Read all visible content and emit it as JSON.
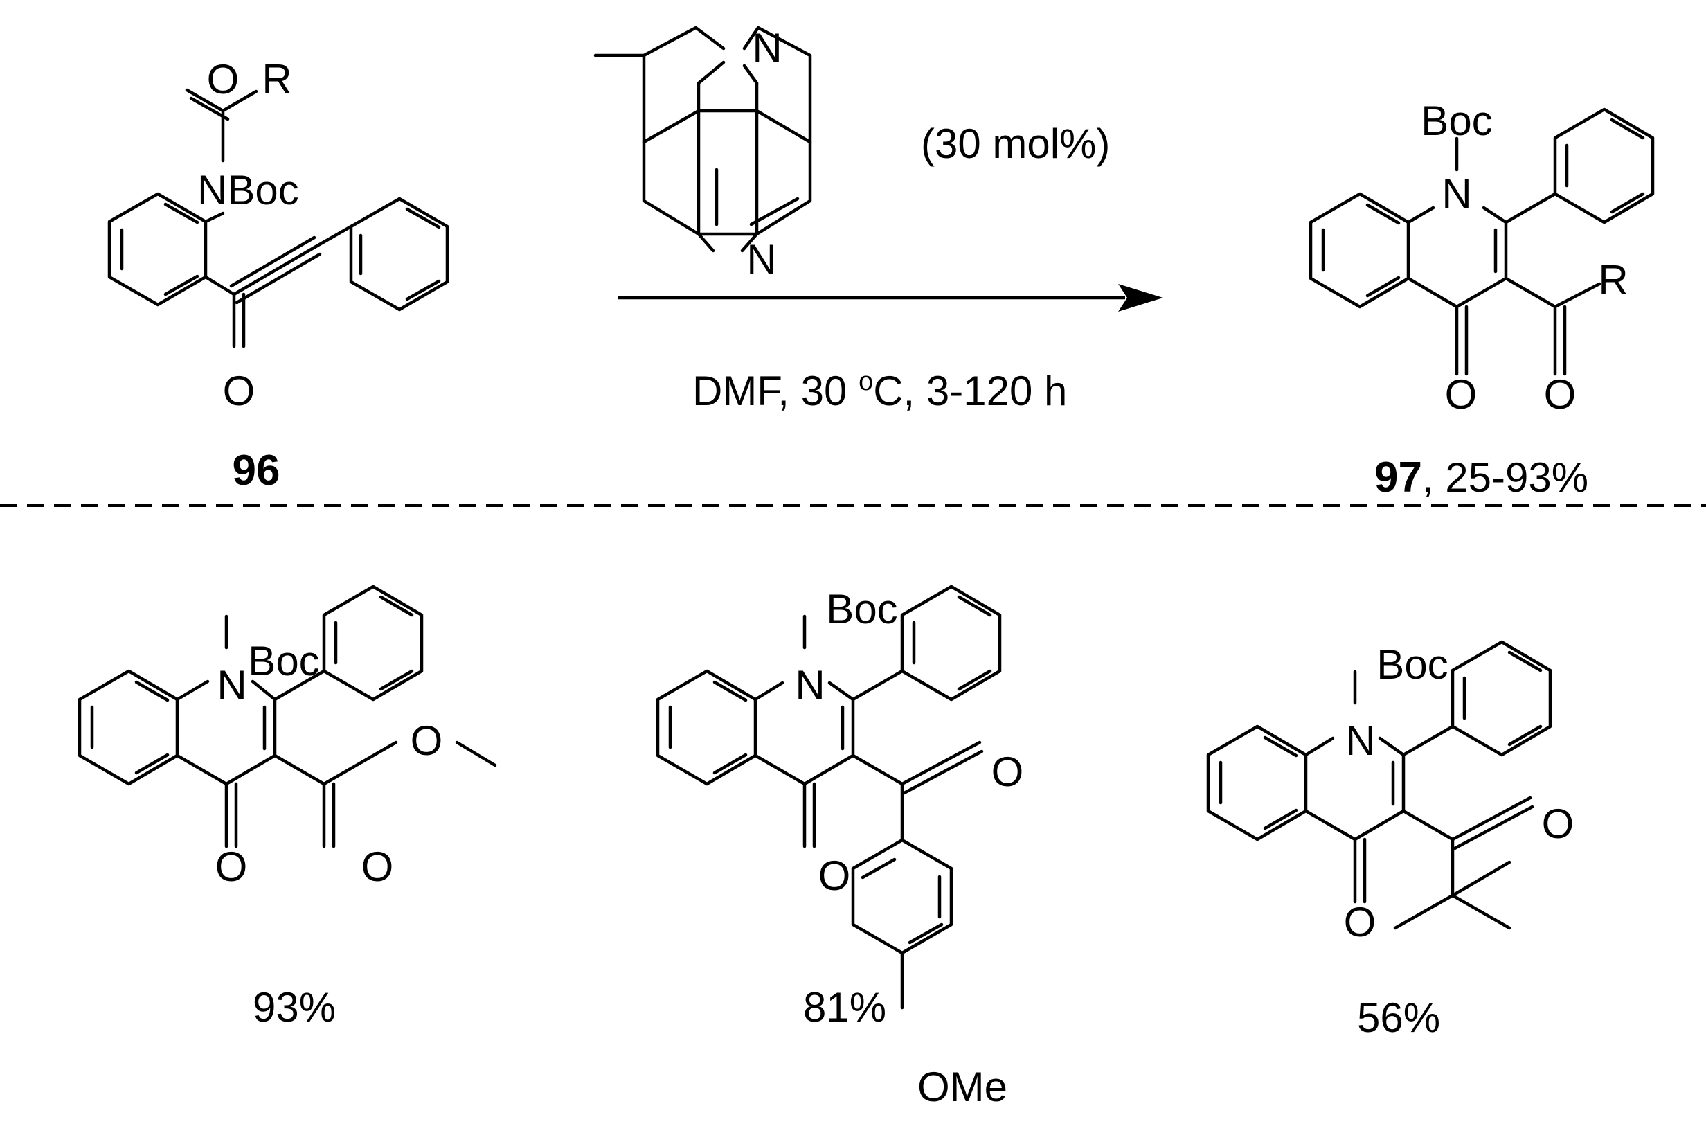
{
  "reaction": {
    "catalyst_loading": "(30 mol%)",
    "conditions_prefix": "DMF, 30 ",
    "conditions_degree": "o",
    "conditions_suffix": "C, 3-120 h",
    "substrate_id": "96",
    "product_id": "97",
    "product_yield_range": ", 25-93%"
  },
  "atoms": {
    "O": "O",
    "N": "N",
    "R": "R",
    "Boc": "Boc",
    "NBoc": "NBoc",
    "OMe": "OMe"
  },
  "examples": [
    {
      "yield": "93%"
    },
    {
      "yield": "81%"
    },
    {
      "yield": "56%"
    }
  ]
}
